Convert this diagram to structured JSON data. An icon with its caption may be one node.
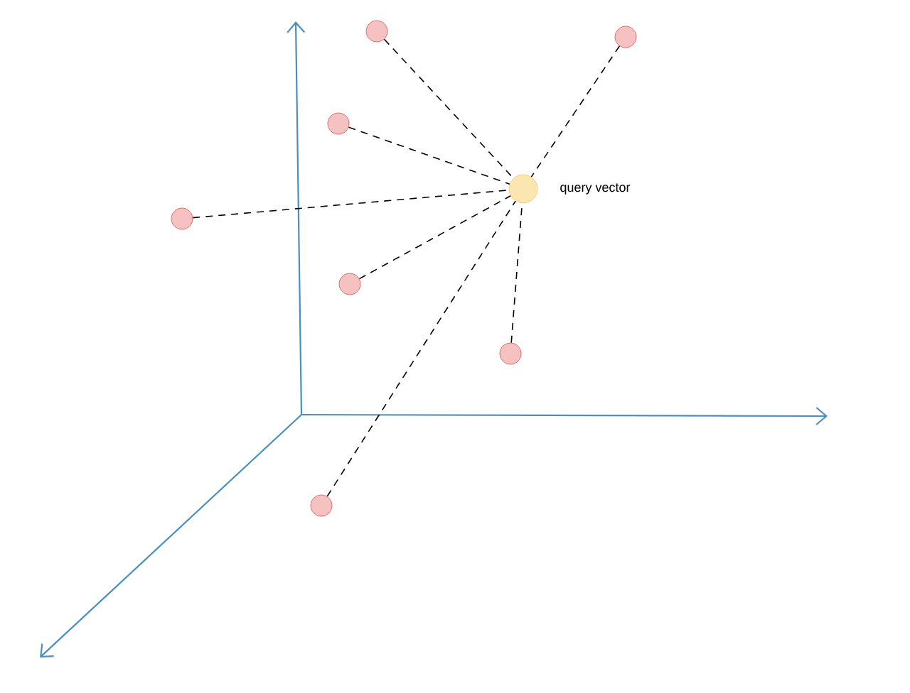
{
  "diagram": {
    "nodes": [
      {
        "text": [],
        "shape": "circle",
        "beside": [
          "query vector"
        ]
      },
      {
        "text": [],
        "shape": "circle"
      },
      {
        "text": [],
        "shape": "circle"
      },
      {
        "text": [],
        "shape": "circle"
      },
      {
        "text": [],
        "shape": "circle"
      },
      {
        "text": [],
        "shape": "circle"
      },
      {
        "text": [],
        "shape": "circle"
      },
      {
        "text": [],
        "shape": "circle"
      }
    ],
    "edges": [
      {
        "from": 1,
        "to": 0,
        "arrow": "none",
        "style": "dashed"
      },
      {
        "from": 2,
        "to": 0,
        "arrow": "none",
        "style": "dashed"
      },
      {
        "from": 3,
        "to": 0,
        "arrow": "none",
        "style": "dashed"
      },
      {
        "from": 4,
        "to": 0,
        "arrow": "none",
        "style": "dashed"
      },
      {
        "from": 5,
        "to": 0,
        "arrow": "none",
        "style": "dashed"
      },
      {
        "from": 6,
        "to": 0,
        "arrow": "none",
        "style": "dashed"
      },
      {
        "from": 7,
        "to": 0,
        "arrow": "none",
        "style": "dashed"
      }
    ]
  }
}
